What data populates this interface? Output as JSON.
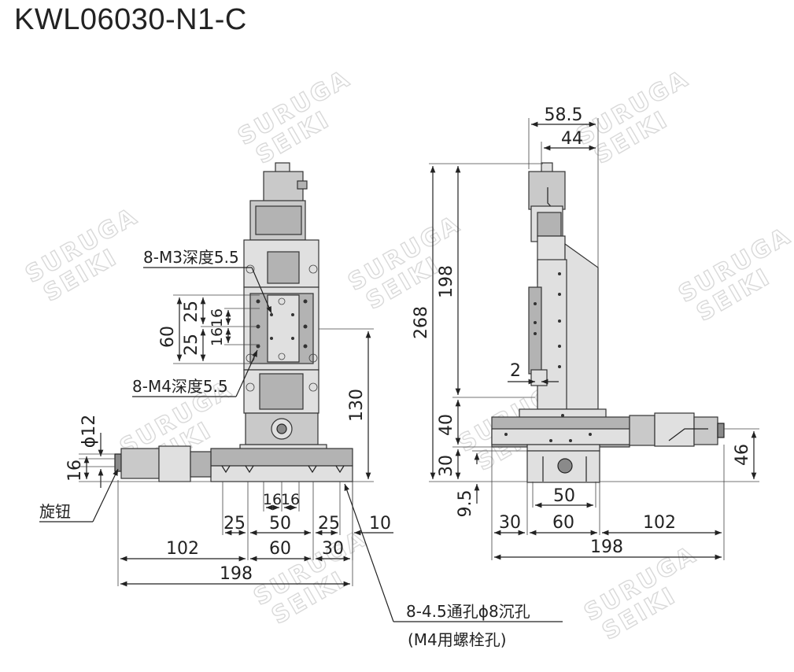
{
  "title": "KWL06030-N1-C",
  "watermark": {
    "line1": "SURUGA",
    "line2": "SEIKI"
  },
  "front_view": {
    "callout_top": "8-M3深度5.5",
    "callout_mid": "8-M4深度5.5",
    "knob_label": "旋钮",
    "left_dims": [
      "60",
      "25",
      "25",
      "16",
      "16"
    ],
    "knob_dims": [
      "ϕ12",
      "16"
    ],
    "height_dim": "130",
    "bottom_dims_row1": [
      "16",
      "16"
    ],
    "bottom_dims_row2": [
      "25",
      "50",
      "25",
      "10"
    ],
    "bottom_dims_row3": [
      "102",
      "60",
      "30"
    ],
    "bottom_dims_row4": [
      "198"
    ],
    "hole_note_line1": "8-4.5通孔ϕ8沉孔",
    "hole_note_line2": "(M4用螺栓孔)"
  },
  "side_view": {
    "top_dims": [
      "58.5",
      "44"
    ],
    "left_dims": [
      "268",
      "198",
      "40",
      "30",
      "9.5",
      "2"
    ],
    "right_dims": [
      "46"
    ],
    "bottom_dims_row1": [
      "50"
    ],
    "bottom_dims_row2": [
      "30",
      "60",
      "102"
    ],
    "bottom_dims_row3": [
      "198"
    ]
  }
}
